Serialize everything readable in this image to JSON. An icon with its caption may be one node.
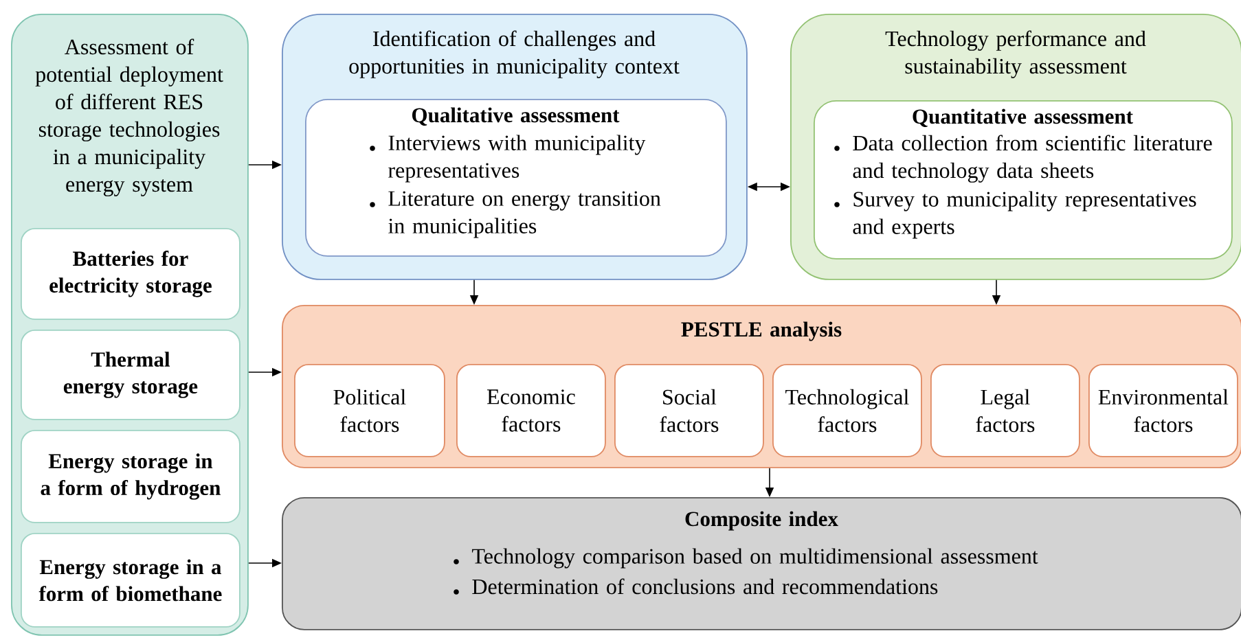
{
  "diagram": {
    "nodes": [
      {
        "text": [
          "Assessment of potential deployment of different RES storage technologies in a municipality energy system"
        ]
      },
      {
        "text": [
          "Batteries for electricity storage"
        ],
        "in": 0
      },
      {
        "text": [
          "Thermal energy storage"
        ],
        "in": 0
      },
      {
        "text": [
          "Energy storage in a form of hydrogen"
        ],
        "in": 0
      },
      {
        "text": [
          "Energy storage in a form of biomethane"
        ],
        "in": 0
      },
      {
        "text": [
          "Identification of challenges and opportunities in municipality context"
        ]
      },
      {
        "text": [
          "Qualitative assessment",
          "Interviews with municipality representatives",
          "Literature on energy transition in municipalities"
        ],
        "in": 5
      },
      {
        "text": [
          "Technology performance and sustainability assessment"
        ]
      },
      {
        "text": [
          "Quantitative assessment",
          "Data collection from scientific literature and technology data sheets",
          "Survey to municipality representatives and experts"
        ],
        "in": 7
      },
      {
        "text": [
          "PESTLE analysis"
        ]
      },
      {
        "text": [
          "Political factors"
        ],
        "in": 9
      },
      {
        "text": [
          "Economic factors"
        ],
        "in": 9
      },
      {
        "text": [
          "Social factors"
        ],
        "in": 9
      },
      {
        "text": [
          "Technological factors"
        ],
        "in": 9
      },
      {
        "text": [
          "Legal factors"
        ],
        "in": 9
      },
      {
        "text": [
          "Environmental factors"
        ],
        "in": 9
      },
      {
        "text": [
          "Composite index",
          "Technology comparison based on multidimensional assessment",
          "Determination of conclusions and recommendations"
        ]
      }
    ],
    "edges": [
      {
        "from": 0,
        "to": 5,
        "arrow": "to"
      },
      {
        "from": 5,
        "to": 7,
        "arrow": "both"
      },
      {
        "from": 5,
        "to": 9,
        "arrow": "to"
      },
      {
        "from": 7,
        "to": 9,
        "arrow": "to"
      },
      {
        "from": 0,
        "to": 9,
        "arrow": "to"
      },
      {
        "from": 9,
        "to": 16,
        "arrow": "to"
      },
      {
        "from": 0,
        "to": 16,
        "arrow": "to"
      }
    ]
  }
}
